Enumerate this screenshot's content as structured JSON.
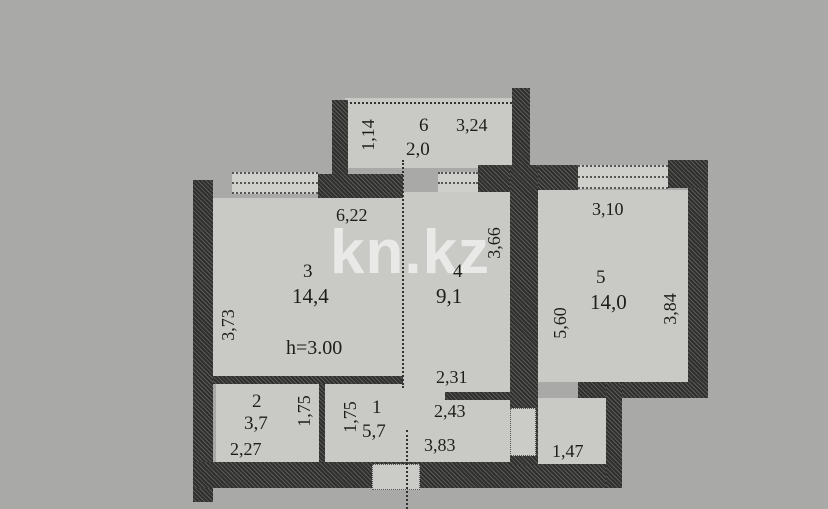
{
  "floor_plan": {
    "ceiling_height": "h=3.00",
    "watermark": "kn.kz",
    "rooms": [
      {
        "id": "1",
        "area": "5,7"
      },
      {
        "id": "2",
        "area": "3,7"
      },
      {
        "id": "3",
        "area": "14,4",
        "label_shown": "3"
      },
      {
        "id": "4",
        "area": "9,1",
        "label_shown": "4"
      },
      {
        "id": "5",
        "area": "14,0"
      },
      {
        "id": "6",
        "area": "2,0"
      }
    ],
    "dimensions": {
      "balcony_width": "3,24",
      "balcony_depth": "1,14",
      "living_width": "6,22",
      "living_height": "3,73",
      "kitchen_height": "3,66",
      "bedroom_width": "3,10",
      "bedroom_left": "5,60",
      "bedroom_right": "3,84",
      "hall_top": "2,31",
      "hall_mid": "2,43",
      "hall_bottom": "3,83",
      "bath_width": "2,27",
      "bath_height": "1,75",
      "hall_height": "1,75",
      "nook_width": "1,47"
    },
    "colors": {
      "background": "#a9a9a7",
      "floor": "#c9c9c6",
      "wall": "#3f3f3d",
      "text": "#1d1d1b"
    }
  }
}
